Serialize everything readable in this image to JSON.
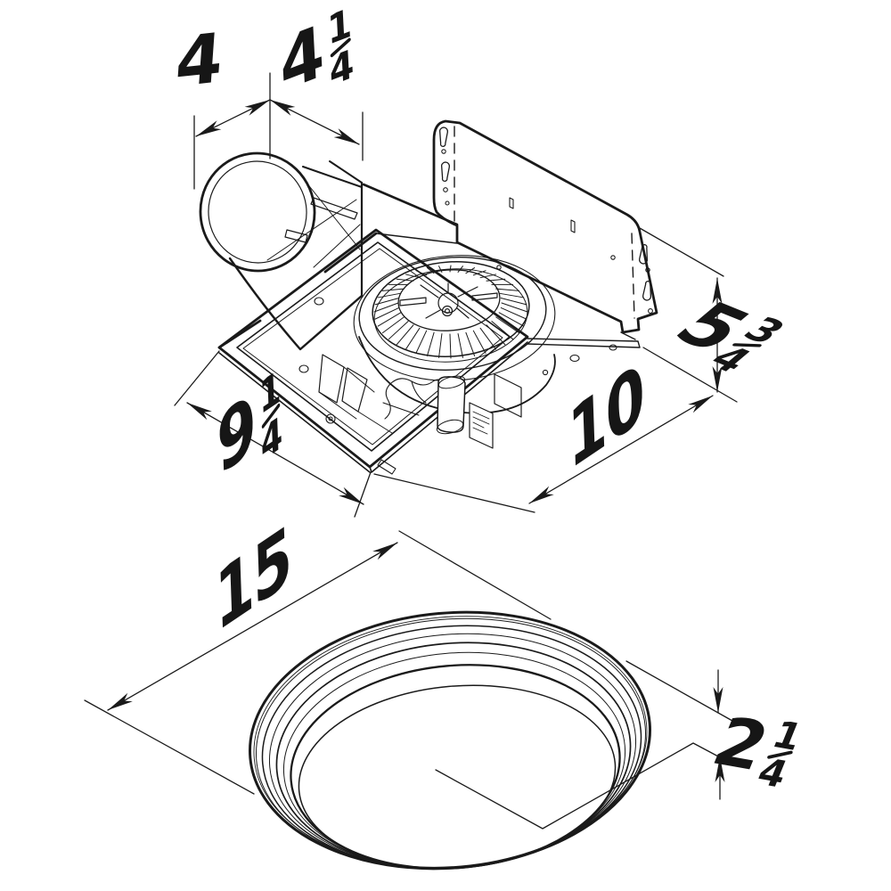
{
  "colors": {
    "ink": "#1a1a1a",
    "paper": "#ffffff"
  },
  "drawing": {
    "type": "technical-dimension-drawing",
    "views": [
      {
        "id": "housing",
        "description": "isometric view of ventilation fan housing with duct collar, mounting bracket and blower wheel"
      },
      {
        "id": "grille",
        "description": "round grille cover with light lens"
      }
    ]
  },
  "dimensions": {
    "duct_offset": {
      "whole": "4"
    },
    "duct_width": {
      "whole": "4",
      "num": "1",
      "den": "4"
    },
    "housing_height": {
      "whole": "5",
      "num": "3",
      "den": "4"
    },
    "housing_depth": {
      "whole": "9",
      "num": "1",
      "den": "4"
    },
    "housing_length": {
      "whole": "10"
    },
    "grille_diameter": {
      "whole": "15"
    },
    "grille_height": {
      "whole": "2",
      "num": "1",
      "den": "4"
    }
  }
}
